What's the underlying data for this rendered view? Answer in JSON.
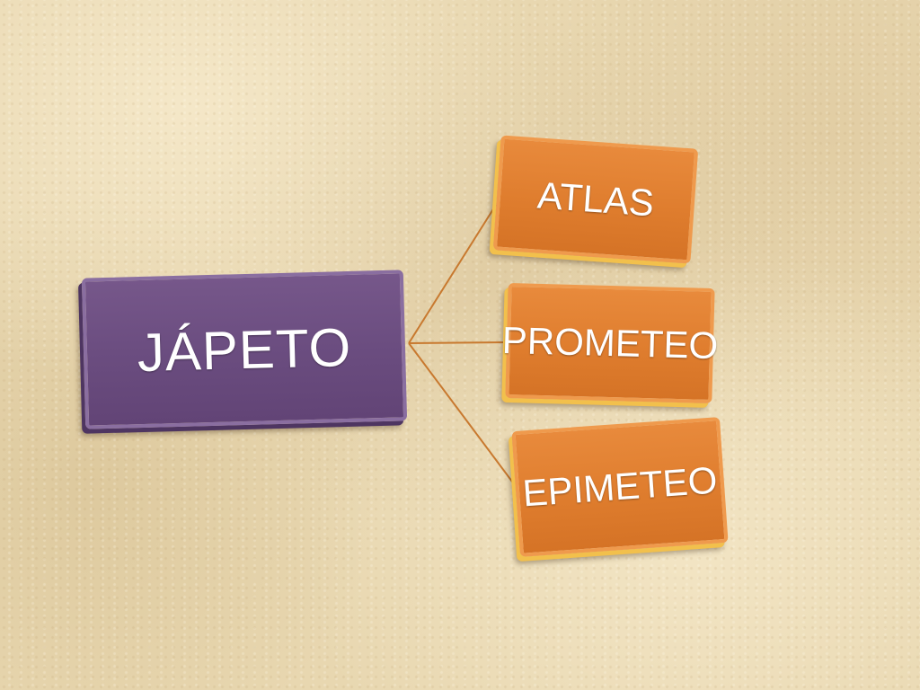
{
  "diagram": {
    "root": {
      "label": "JÁPETO",
      "color": "#6b4d80"
    },
    "children": [
      {
        "label": "ATLAS",
        "color": "#df7d2e"
      },
      {
        "label": "PROMETEO",
        "color": "#df7d2e"
      },
      {
        "label": "EPIMETEO",
        "color": "#df7d2e"
      }
    ],
    "connector_color": "#c8792f",
    "background_color": "#e8d7b0"
  }
}
